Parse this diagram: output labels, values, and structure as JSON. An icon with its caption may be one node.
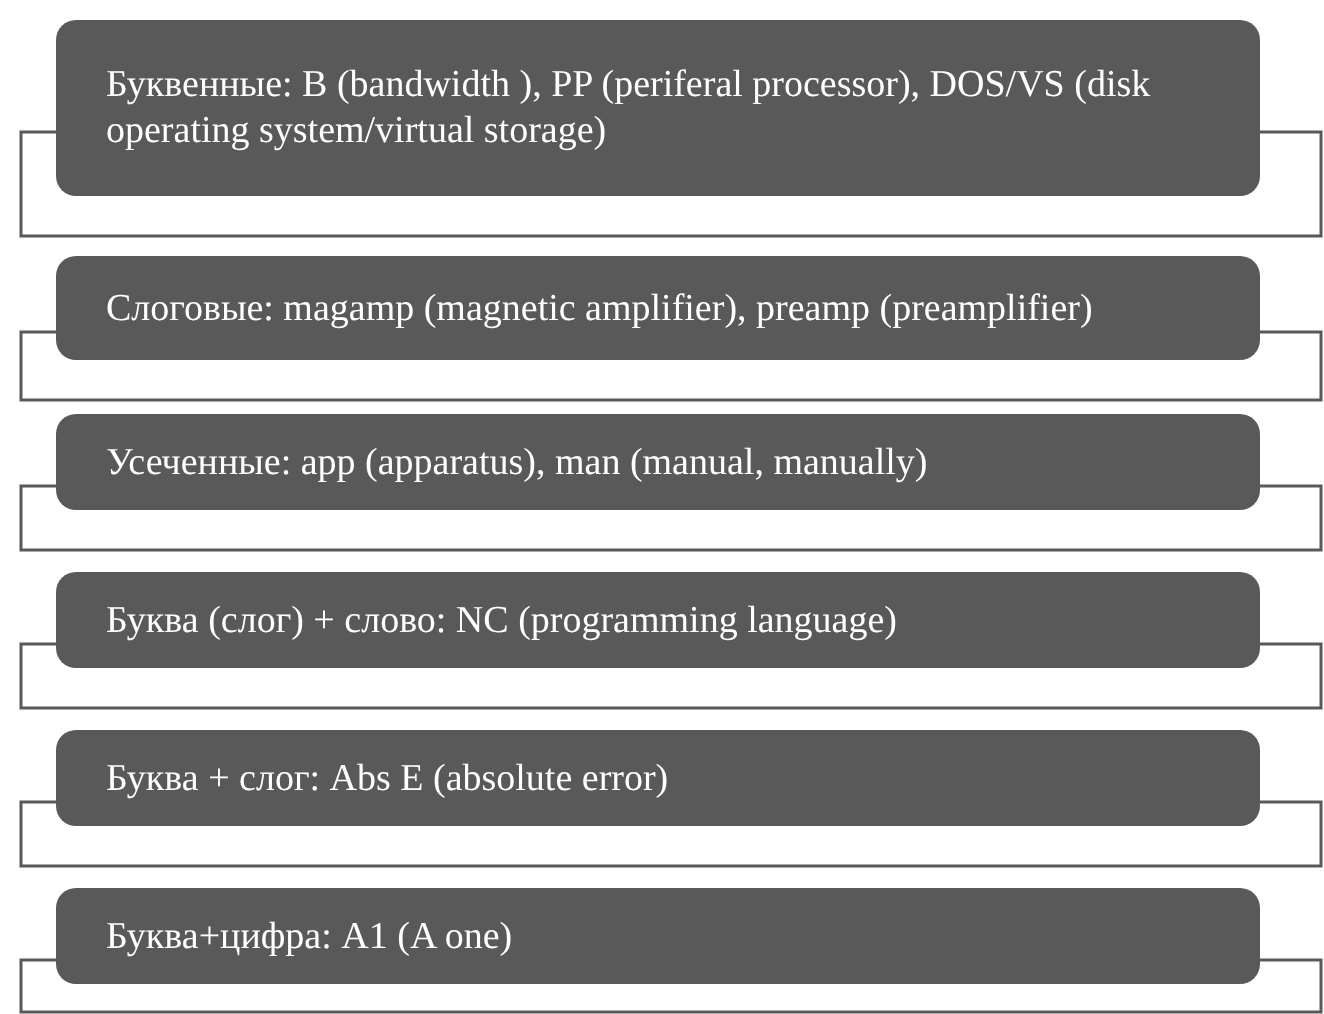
{
  "diagram": {
    "nodes": [
      {
        "text": [
          "Буквенные: B (bandwidth ), PP (periferal processor), DOS/VS (disk operating system/virtual storage)"
        ]
      },
      {
        "text": [
          "Слоговые: magamp (magnetic amplifier), preamp (preamplifier)"
        ]
      },
      {
        "text": [
          "Усеченные: app (apparatus), man (manual, manually)"
        ]
      },
      {
        "text": [
          "Буква (слог) + слово: NC (programming language)"
        ]
      },
      {
        "text": [
          "Буква + слог: Abs E (absolute error)"
        ]
      },
      {
        "text": [
          "Буква+цифра: A1 (A one)"
        ]
      }
    ]
  }
}
